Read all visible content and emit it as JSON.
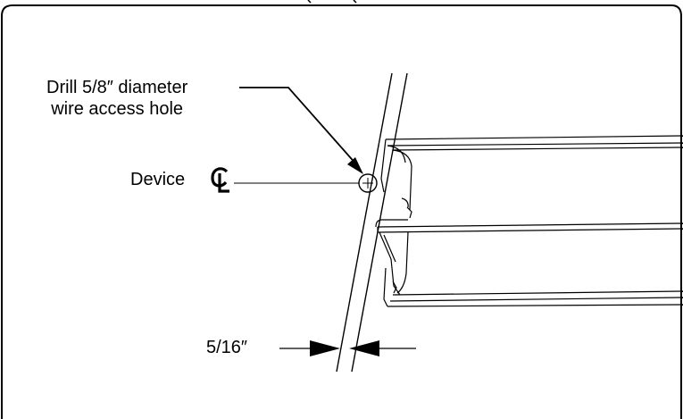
{
  "callout_drill": {
    "line1": "Drill 5/8″ diameter",
    "line2": "wire access hole"
  },
  "callout_device": {
    "text": "Device",
    "symbol": "centerline-symbol"
  },
  "dimension": {
    "value": "5/16″"
  },
  "colors": {
    "ink": "#000000",
    "paper": "#ffffff"
  }
}
